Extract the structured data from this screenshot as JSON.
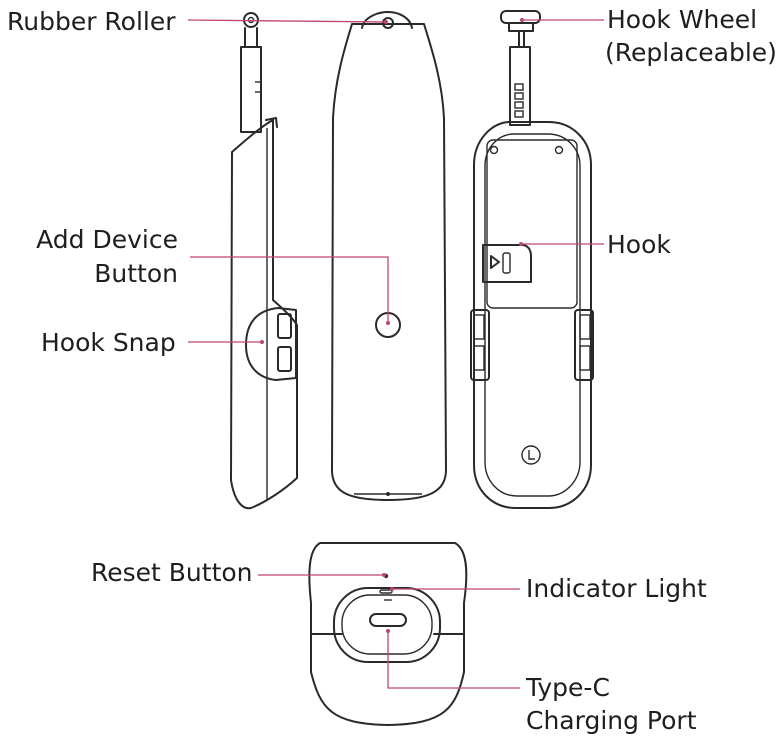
{
  "labels": {
    "rubber_roller": "Rubber Roller",
    "hook_wheel_line1": "Hook Wheel",
    "hook_wheel_line2": "(Replaceable)",
    "add_device_line1": "Add Device",
    "add_device_line2": "Button",
    "hook": "Hook",
    "hook_snap": "Hook Snap",
    "reset_button": "Reset Button",
    "indicator_light": "Indicator Light",
    "type_c_line1": "Type-C",
    "type_c_line2": "Charging Port"
  },
  "colors": {
    "outline": "#2a2a2a",
    "leader": "#c2456e",
    "text": "#1e1e1e"
  }
}
